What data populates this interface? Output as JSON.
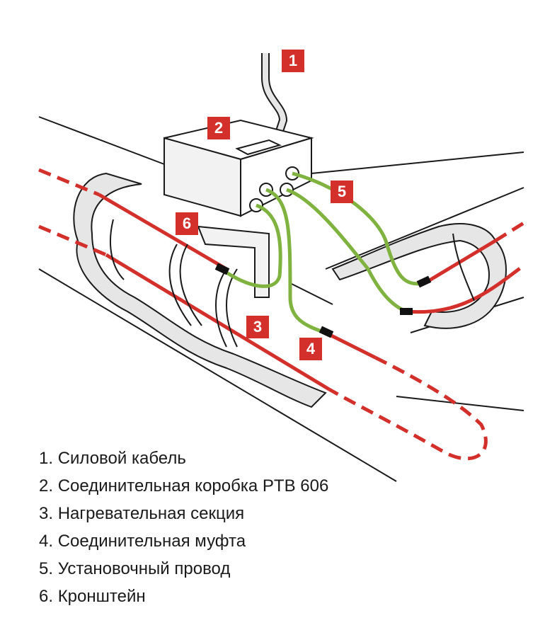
{
  "colors": {
    "label_bg": "#d3302c",
    "heating_cable": "#d3302c",
    "install_wire": "#7fb23f",
    "outline": "#1a1a1a"
  },
  "tags": [
    "1",
    "2",
    "3",
    "4",
    "5",
    "6"
  ],
  "legend": [
    {
      "num": "1.",
      "text": "Силовой кабель"
    },
    {
      "num": "2.",
      "text": "Соединительная коробка PTB 606"
    },
    {
      "num": "3.",
      "text": "Нагревательная секция"
    },
    {
      "num": "4.",
      "text": "Соединительная муфта"
    },
    {
      "num": "5.",
      "text": "Установочный провод"
    },
    {
      "num": "6.",
      "text": "Кронштейн"
    }
  ]
}
